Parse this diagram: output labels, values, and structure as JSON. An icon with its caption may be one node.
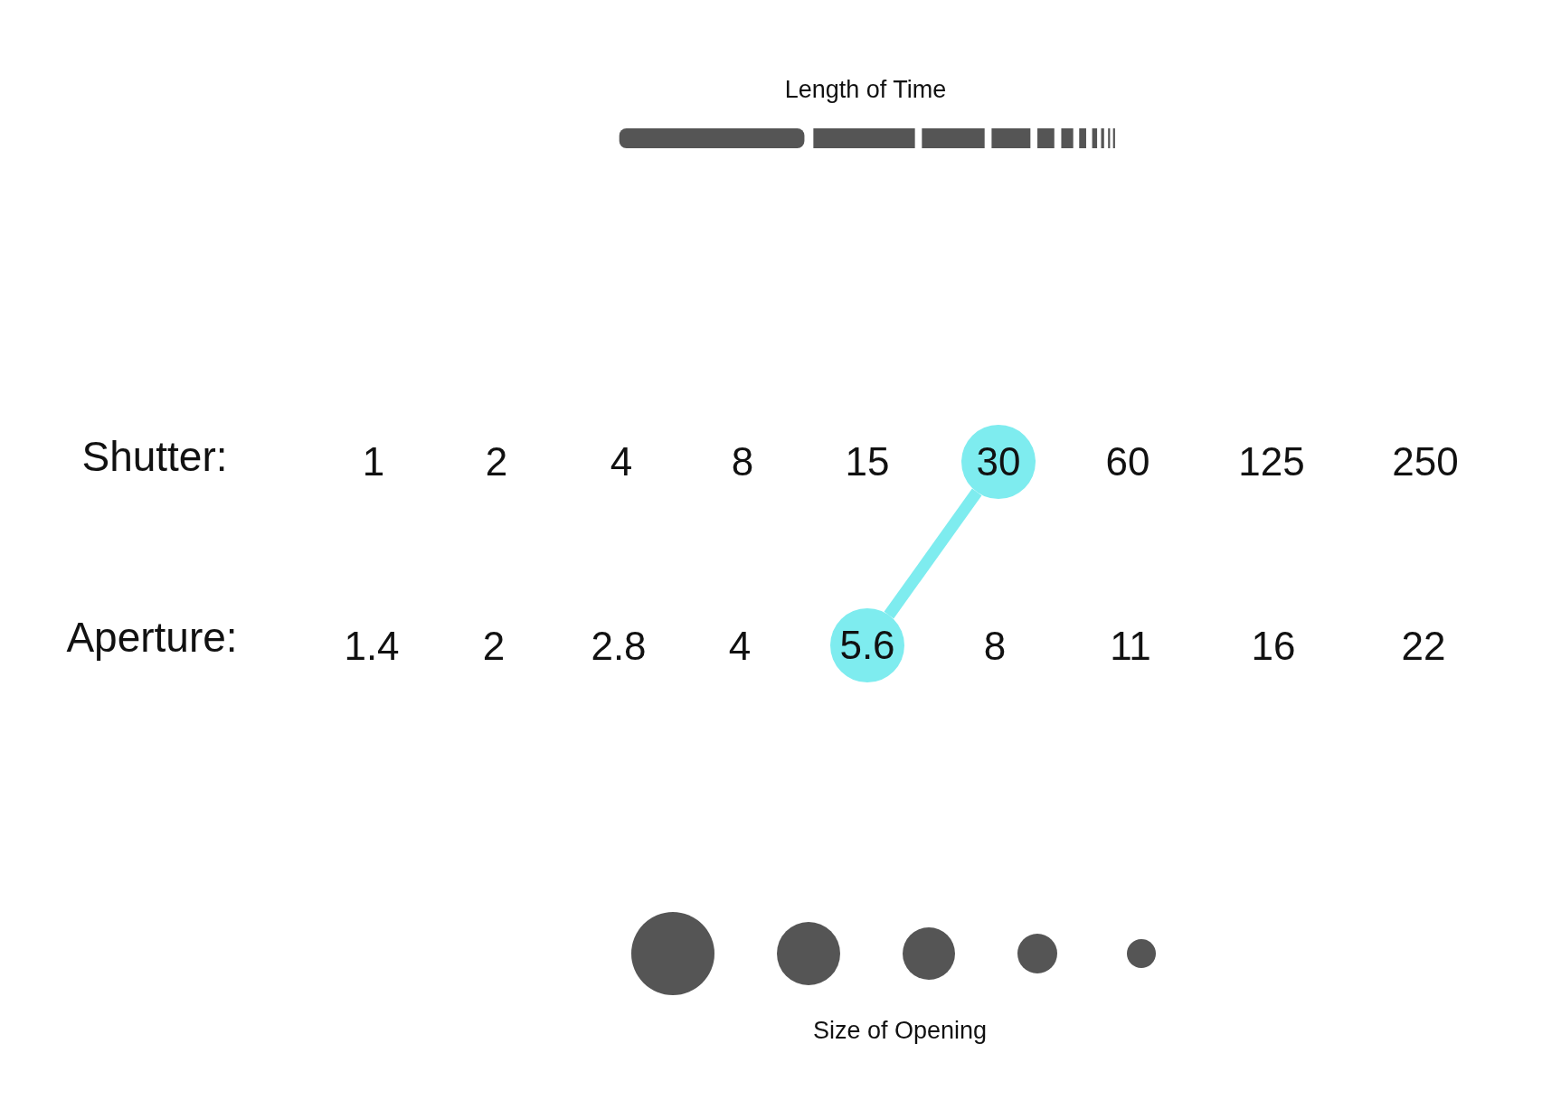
{
  "diagram": {
    "nodes": [
      {
        "text": [
          "30"
        ]
      },
      {
        "text": [
          "5.6"
        ]
      }
    ],
    "edges": [
      {
        "from": 0,
        "to": 1,
        "arrow": "none"
      }
    ],
    "labels": [
      "Length of Time",
      "Shutter:",
      "1",
      "2",
      "4",
      "8",
      "15",
      "60",
      "125",
      "250",
      "Aperture:",
      "1.4",
      "2",
      "2.8",
      "4",
      "8",
      "11",
      "16",
      "22",
      "Size of Opening"
    ]
  }
}
